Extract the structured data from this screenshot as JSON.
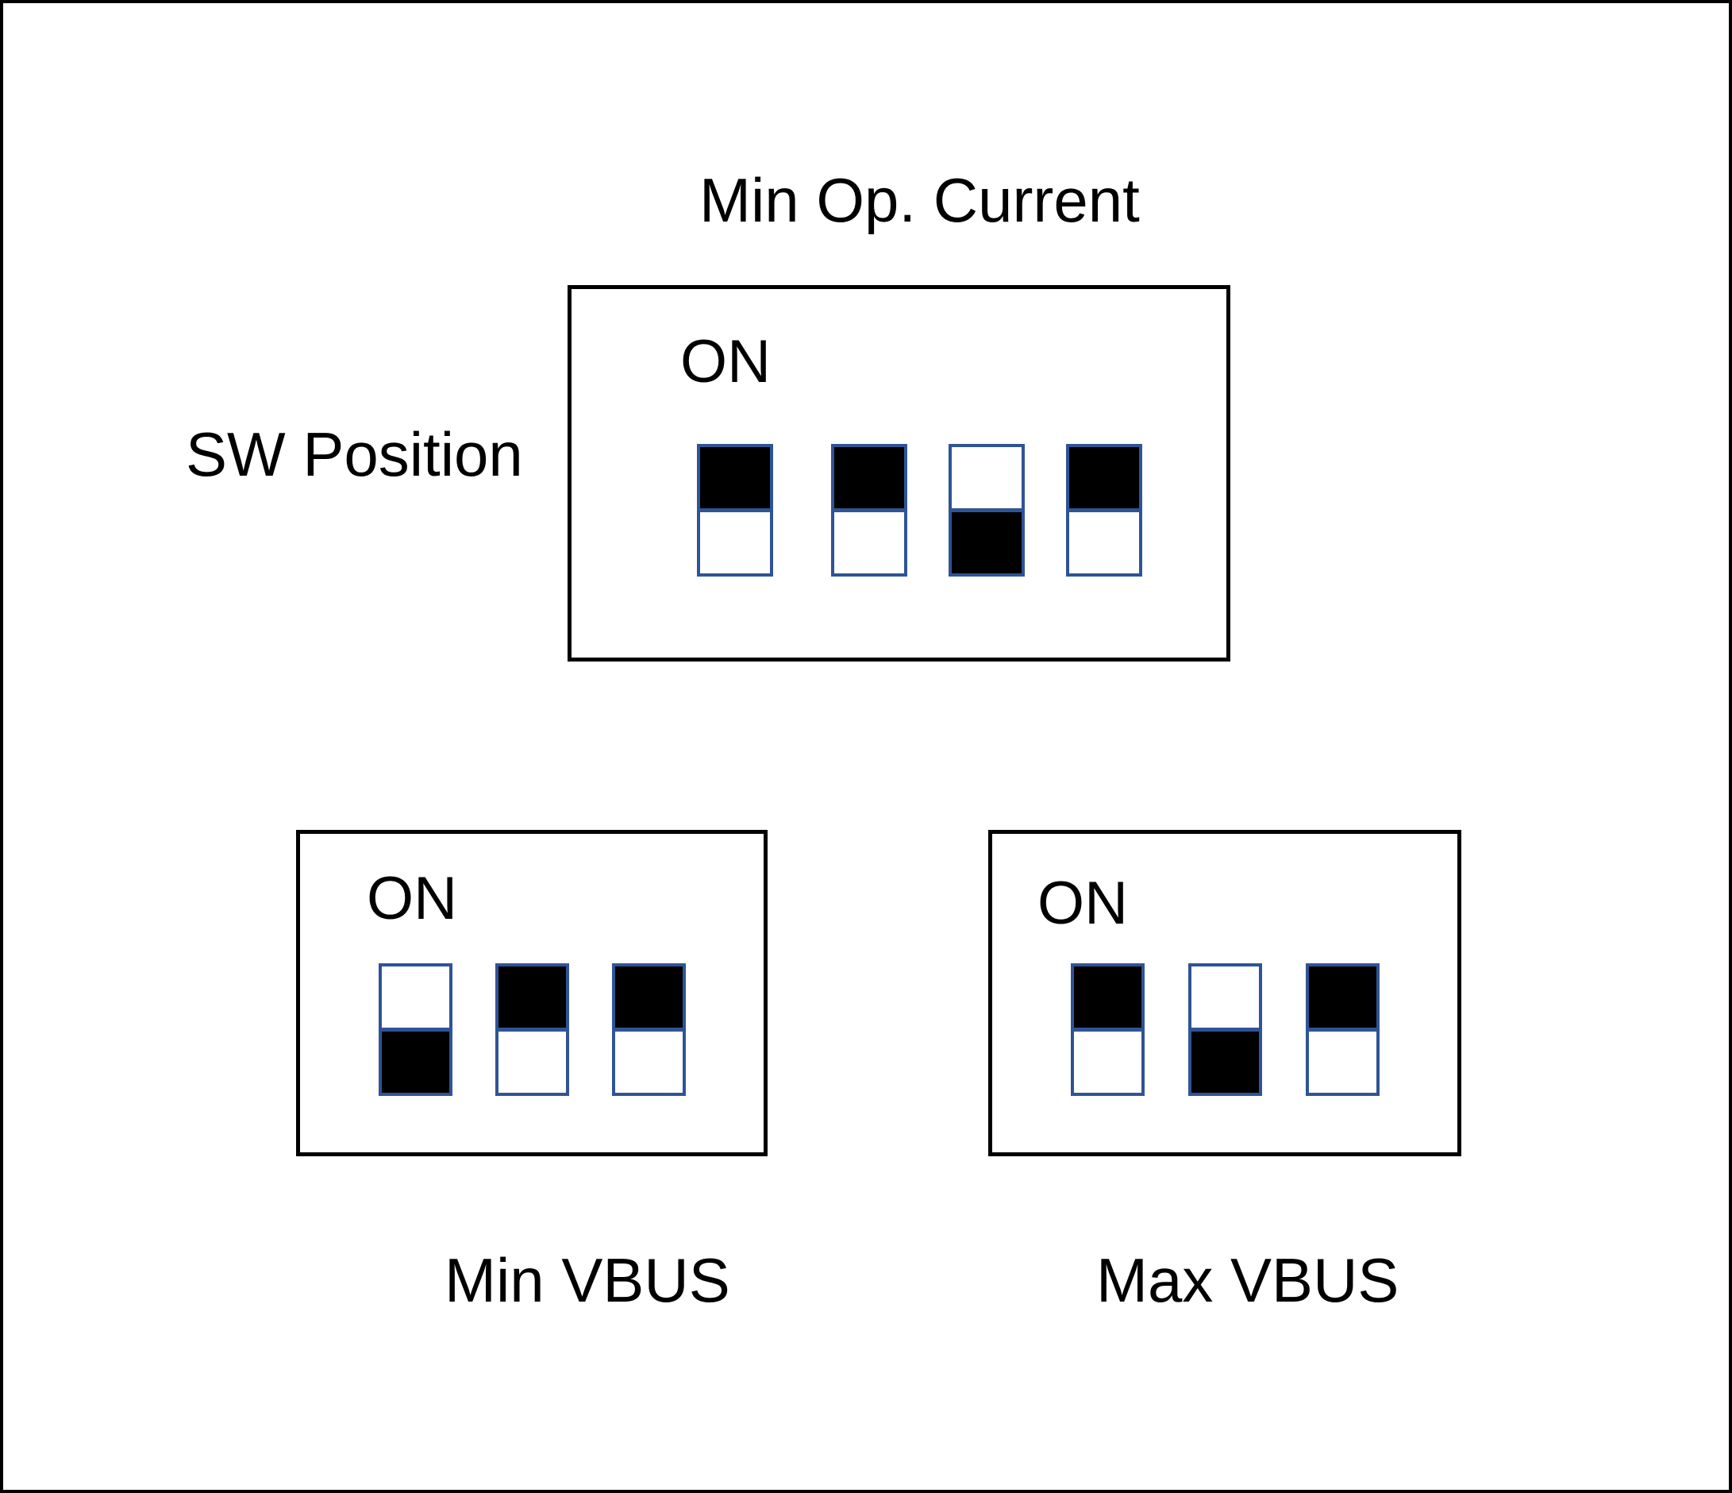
{
  "figure": {
    "side_label": "SW Position",
    "colors": {
      "switch_border": "#2F5496",
      "switch_on_fill": "#000000",
      "switch_off_fill": "#FFFFFF",
      "box_border": "#000000",
      "background": "#FFFFFF"
    },
    "panels": [
      {
        "id": "min-op-current",
        "title": "Min Op. Current",
        "title_position": "above",
        "on_label": "ON",
        "switches": [
          "on",
          "on",
          "off",
          "on"
        ]
      },
      {
        "id": "min-vbus",
        "title": "Min VBUS",
        "title_position": "below",
        "on_label": "ON",
        "switches": [
          "off",
          "on",
          "on"
        ]
      },
      {
        "id": "max-vbus",
        "title": "Max VBUS",
        "title_position": "below",
        "on_label": "ON",
        "switches": [
          "on",
          "off",
          "on"
        ]
      }
    ]
  }
}
